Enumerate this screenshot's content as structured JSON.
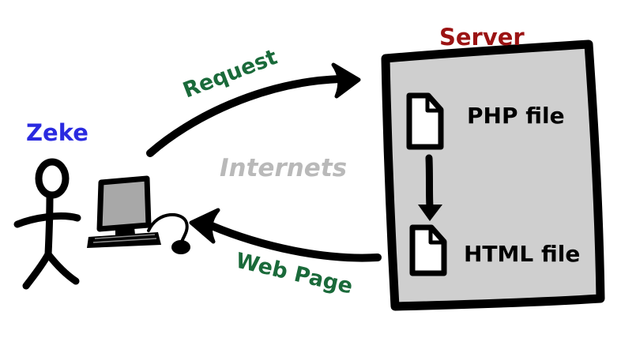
{
  "labels": {
    "user": "Zeke",
    "server": "Server",
    "network": "Internets",
    "request": "Request",
    "response": "Web Page",
    "php_file": "PHP file",
    "html_file": "HTML file"
  },
  "colors": {
    "user_label": "#2a2ae0",
    "server_label": "#9b1313",
    "arrow_labels": "#1a6a3a",
    "network_label": "#b9b9b9",
    "server_box_fill": "#cfcfcf",
    "ink": "#000000",
    "monitor_screen": "#a8a8a8"
  },
  "icons": {
    "user": "stick-figure-icon",
    "computer": "computer-icon",
    "file": "document-icon"
  }
}
